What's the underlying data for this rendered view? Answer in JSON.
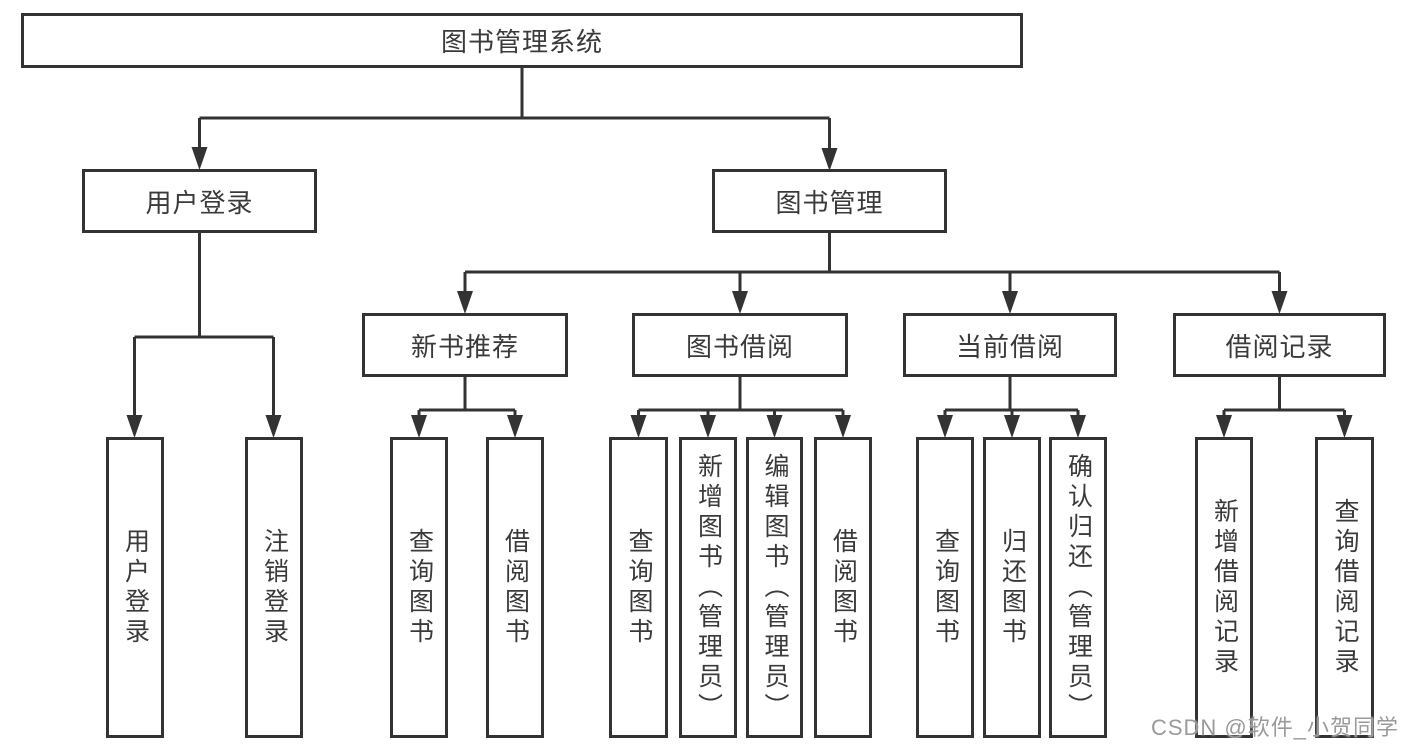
{
  "colors": {
    "line": "#333333",
    "text": "#3a3a3a",
    "watermark": "#9a9a9a",
    "background": "#ffffff"
  },
  "watermark": "CSDN @软件_小贺同学",
  "tree": {
    "root": "图书管理系统",
    "branches": {
      "user_login": "用户登录",
      "book_management": "图书管理"
    },
    "modules": {
      "new_book_recommend": "新书推荐",
      "book_borrowing": "图书借阅",
      "current_borrowing": "当前借阅",
      "borrowing_records": "借阅记录"
    },
    "leaves": {
      "user_login": [
        "用户登录",
        "注销登录"
      ],
      "new_book_recommend": [
        "查询图书",
        "借阅图书"
      ],
      "book_borrowing": [
        "查询图书",
        "新增图书（管理员）",
        "编辑图书（管理员）",
        "借阅图书"
      ],
      "current_borrowing": [
        "查询图书",
        "归还图书",
        "确认归还（管理员）"
      ],
      "borrowing_records": [
        "新增借阅记录",
        "查询借阅记录"
      ]
    }
  }
}
